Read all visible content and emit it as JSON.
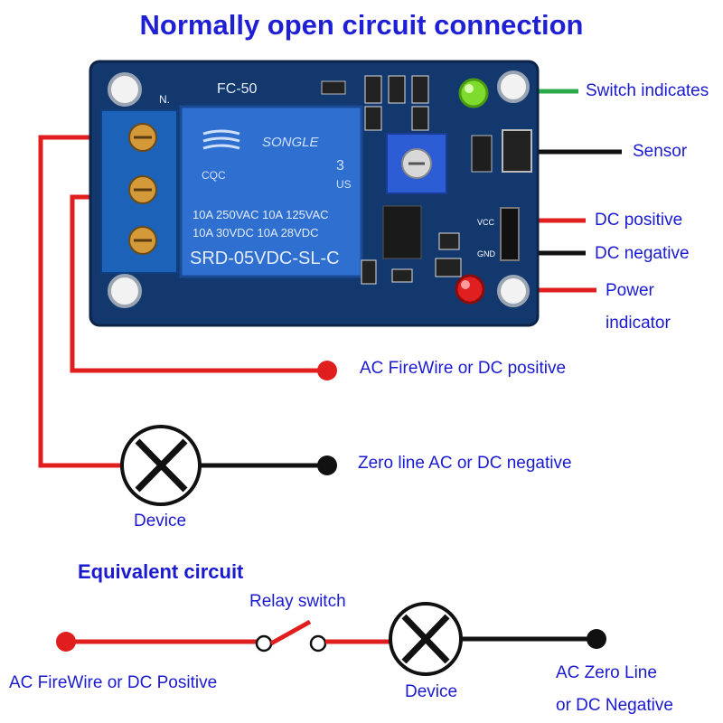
{
  "title": "Normally open circuit connection",
  "board": {
    "model": "FC-50",
    "relay_brand": "SONGLE",
    "relay_lines": [
      "10A 250VAC  10A 125VAC",
      "10A 30VDC   10A 28VDC"
    ],
    "relay_part": "SRD-05VDC-SL-C",
    "relay_cert": "3",
    "relay_us": "US",
    "relay_cqc": "CQC",
    "pin_vcc": "VCC",
    "pin_gnd": "GND",
    "terminal_mark": "N."
  },
  "labels": {
    "switch_indicates": "Switch indicates",
    "sensor": "Sensor",
    "dc_positive": "DC positive",
    "dc_negative": "DC negative",
    "power_line1": "Power",
    "power_line2": "indicator",
    "ac_firewire": "AC  FireWire or DC positive",
    "zero_line": "Zero line AC or DC negative",
    "device_top": "Device"
  },
  "equivalent": {
    "title": "Equivalent circuit",
    "relay_switch": "Relay switch",
    "ac_firewire": "AC FireWire or DC Positive",
    "device": "Device",
    "zero_line1": "AC Zero Line",
    "zero_line2": "or DC Negative"
  },
  "colors": {
    "title": "#1f1fd6",
    "label": "#1a1ad0",
    "board": "#13386e",
    "relay": "#2f6fd0",
    "terminal": "#1c62b8",
    "red_wire": "#e01e1e",
    "black_wire": "#111111",
    "green_wire": "#2aa84a",
    "led_green": "#7fdc2c",
    "led_red": "#e02020"
  }
}
